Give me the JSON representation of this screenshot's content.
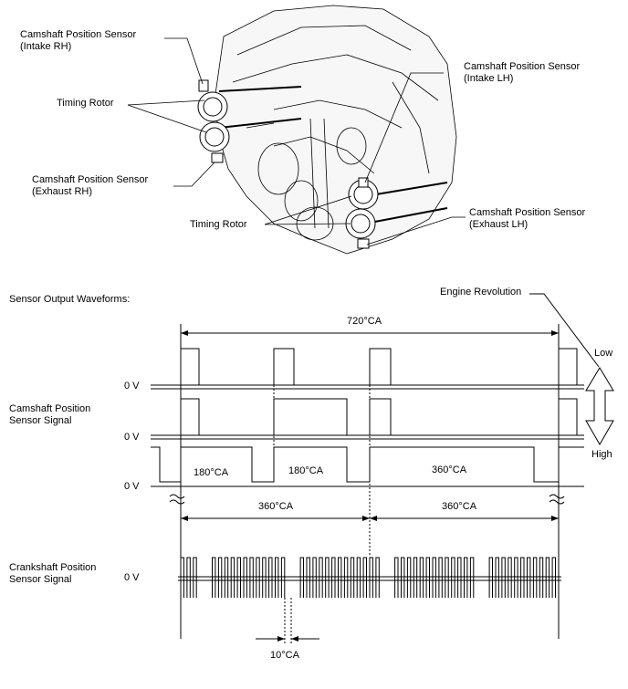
{
  "labels": {
    "cam_intake_rh": [
      "Camshaft Position Sensor",
      "(Intake RH)"
    ],
    "timing_rotor_top": "Timing Rotor",
    "cam_exhaust_rh": [
      "Camshaft Position Sensor",
      "(Exhaust RH)"
    ],
    "cam_intake_lh": [
      "Camshaft Position Sensor",
      "(Intake LH)"
    ],
    "timing_rotor_bottom": "Timing Rotor",
    "cam_exhaust_lh": [
      "Camshaft Position Sensor",
      "(Exhaust LH)"
    ]
  },
  "waveform": {
    "heading": "Sensor Output Waveforms:",
    "engine_revolution": "Engine Revolution",
    "cam_signal_label": [
      "Camshaft Position",
      "Sensor Signal"
    ],
    "crank_signal_label": [
      "Crankshaft Position",
      "Sensor Signal"
    ],
    "zero_v": "0 V",
    "low": "Low",
    "high": "High",
    "dim_720": "720°CA",
    "dim_360": "360°CA",
    "dim_180": "180°CA",
    "dim_10": "10°CA"
  },
  "colors": {
    "line": "#000000",
    "engine_grey": "#555555"
  }
}
